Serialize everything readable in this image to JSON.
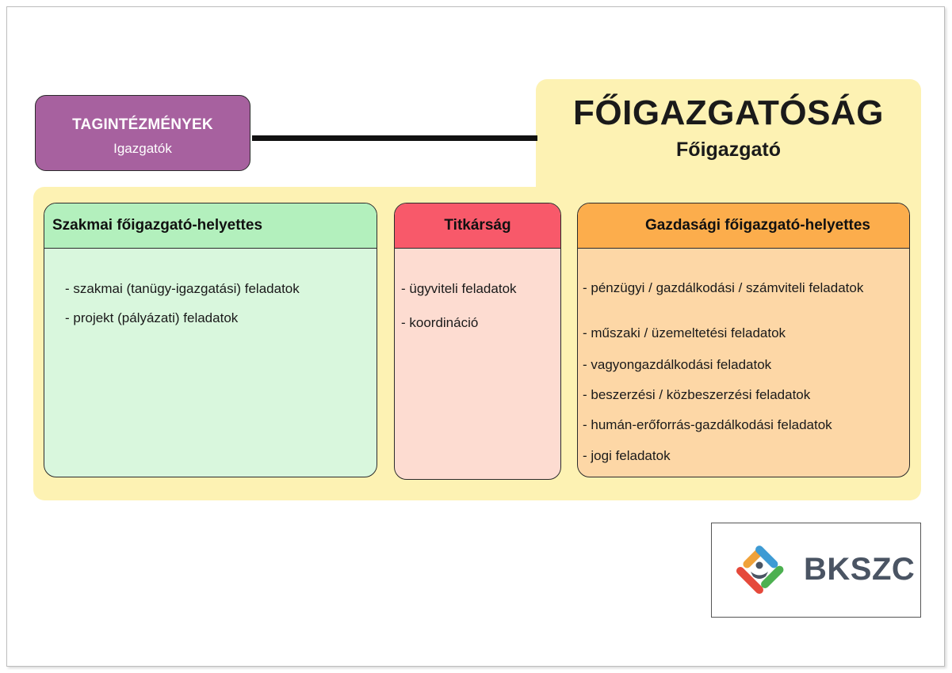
{
  "tagintezmenyek": {
    "title": "TAGINTÉZMÉNYEK",
    "subtitle": "Igazgatók"
  },
  "foigazgatosag": {
    "title": "FŐIGAZGATÓSÁG",
    "subtitle": "Főigazgató"
  },
  "units": [
    {
      "header": "Szakmai főigazgató-helyettes",
      "items": [
        "- szakmai (tanügy-igazgatási) feladatok",
        "- projekt (pályázati) feladatok"
      ]
    },
    {
      "header": "Titkárság",
      "items": [
        "- ügyviteli feladatok",
        "- koordináció"
      ]
    },
    {
      "header": "Gazdasági főigazgató-helyettes",
      "items": [
        "- pénzügyi / gazdálkodási / számviteli feladatok",
        "- műszaki / üzemeltetési feladatok",
        "- vagyongazdálkodási feladatok",
        "- beszerzési / közbeszerzési feladatok",
        "- humán-erőforrás-gazdálkodási feladatok",
        "- jogi feladatok"
      ]
    }
  ],
  "logo": {
    "text": "BKSZC",
    "icon": "bkszc-logo-icon"
  },
  "colors": {
    "background_area": "#fdf2b3",
    "tagintezmenyek": "#a7619f",
    "szakmai_header": "#b3f0bd",
    "szakmai_body": "#d9f7dd",
    "titkarsag_header": "#f8596a",
    "titkarsag_body": "#fddcd1",
    "gazdasagi_header": "#fcad4c",
    "gazdasagi_body": "#fdd7a6"
  }
}
